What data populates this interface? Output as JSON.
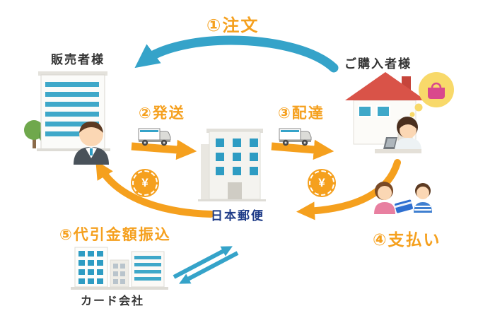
{
  "labels": {
    "step1": "①注文",
    "seller": "販売者様",
    "buyer": "ご購入者様",
    "step2": "②発送",
    "step3": "③配達",
    "post": "日本郵便",
    "step4": "④支払い",
    "step5": "⑤代引金額振込",
    "card_company": "カード会社",
    "yen": "¥"
  },
  "colors": {
    "orange": "#F5A01E",
    "blue": "#35A3C9",
    "navy": "#1F3C88",
    "text": "#333333",
    "roof_red": "#D95348",
    "window_teal": "#2E9CC3"
  },
  "icons": [
    "order-arrow",
    "ship-arrow",
    "deliver-arrow",
    "payment-arrow",
    "transfer-arrow",
    "exchange-arrows",
    "seller-building-icon",
    "trees-icon",
    "seller-person-icon",
    "delivery-truck-icon",
    "post-building-icon",
    "house-icon",
    "buyer-person-icon",
    "thought-bubble-icon",
    "handbag-icon",
    "payment-people-icon",
    "card-buildings-icon",
    "yen-badge"
  ]
}
